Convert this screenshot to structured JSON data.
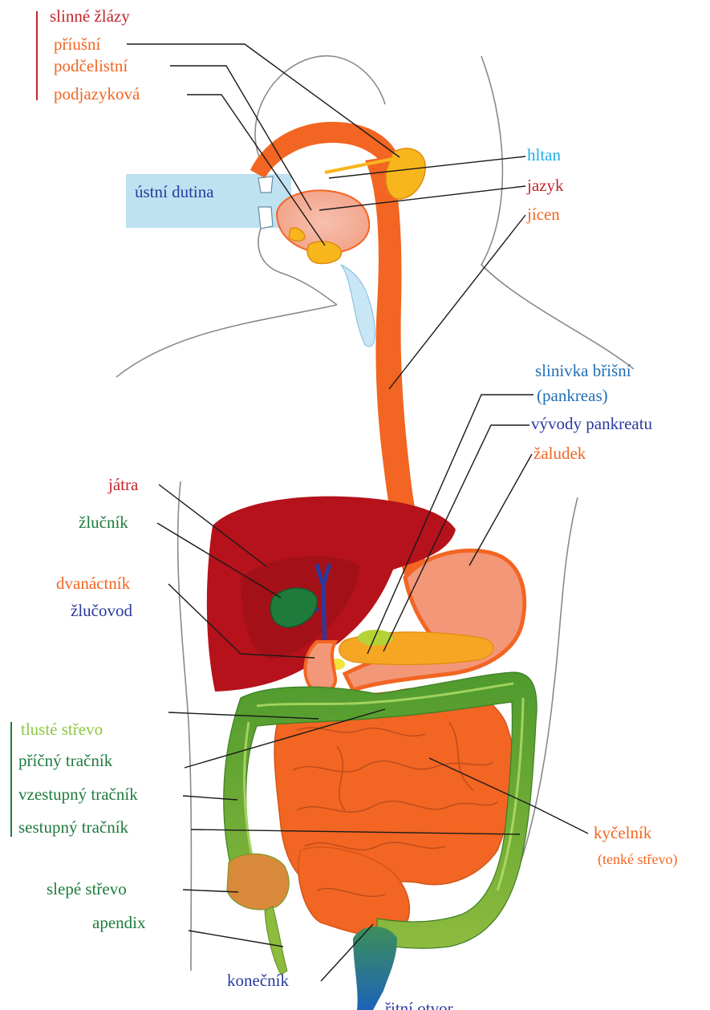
{
  "colors": {
    "red": "#c1272d",
    "orange": "#f26522",
    "cyan": "#1eaee8",
    "blue": "#2b3a9e",
    "midblue": "#1f6fb5",
    "darkgreen": "#1e7b3c",
    "lightgreen": "#8dc63f"
  },
  "labels": {
    "slinne_zlazy": "slinné žlázy",
    "priusni": "příušní",
    "podcelistni": "podčelistní",
    "podjazykova": "podjazyková",
    "ustni_dutina": "ústní dutina",
    "hltan": "hltan",
    "jazyk": "jazyk",
    "jicen": "jícen",
    "slinivka_brisni": "slinivka břišní",
    "pankreas": "(pankreas)",
    "vyvody_pankreatu": "vývody pankreatu",
    "zaludek": "žaludek",
    "jatra": "játra",
    "zlucnik": "žlučník",
    "dvanactnik": "dvanáctník",
    "zlucovod": "žlučovod",
    "tluste_strevo": "tlusté střevo",
    "pricny_tracnik": "příčný tračník",
    "vzestupny_tracnik": "vzestupný tračník",
    "sestupny_tracnik": "sestupný tračník",
    "slepe_strevo": "slepé střevo",
    "apendix": "apendix",
    "kycelnik": "kyčelník",
    "tenke_strevo": "(tenké střevo)",
    "konecnik": "konečník",
    "konecnik_cut": "řitní otvor"
  }
}
